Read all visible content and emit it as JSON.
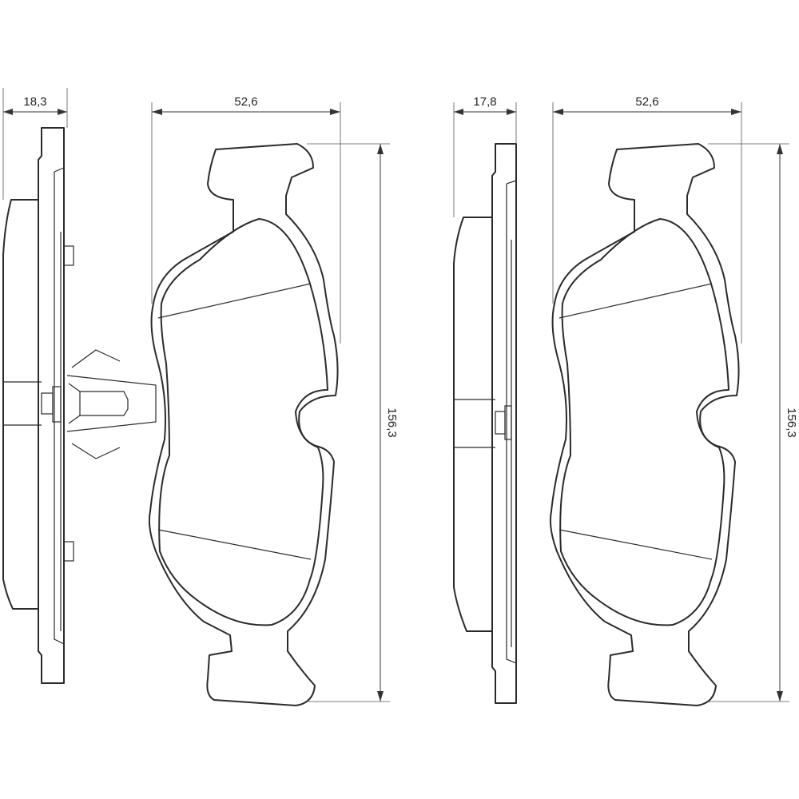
{
  "dimensions": {
    "pad1_thickness": "18,3",
    "pad1_width": "52,6",
    "pad1_height": "156,3",
    "pad2_thickness": "17,8",
    "pad2_width": "52,6",
    "pad2_height": "156,3"
  },
  "colors": {
    "line": "#2b2b2b",
    "background": "#ffffff"
  }
}
